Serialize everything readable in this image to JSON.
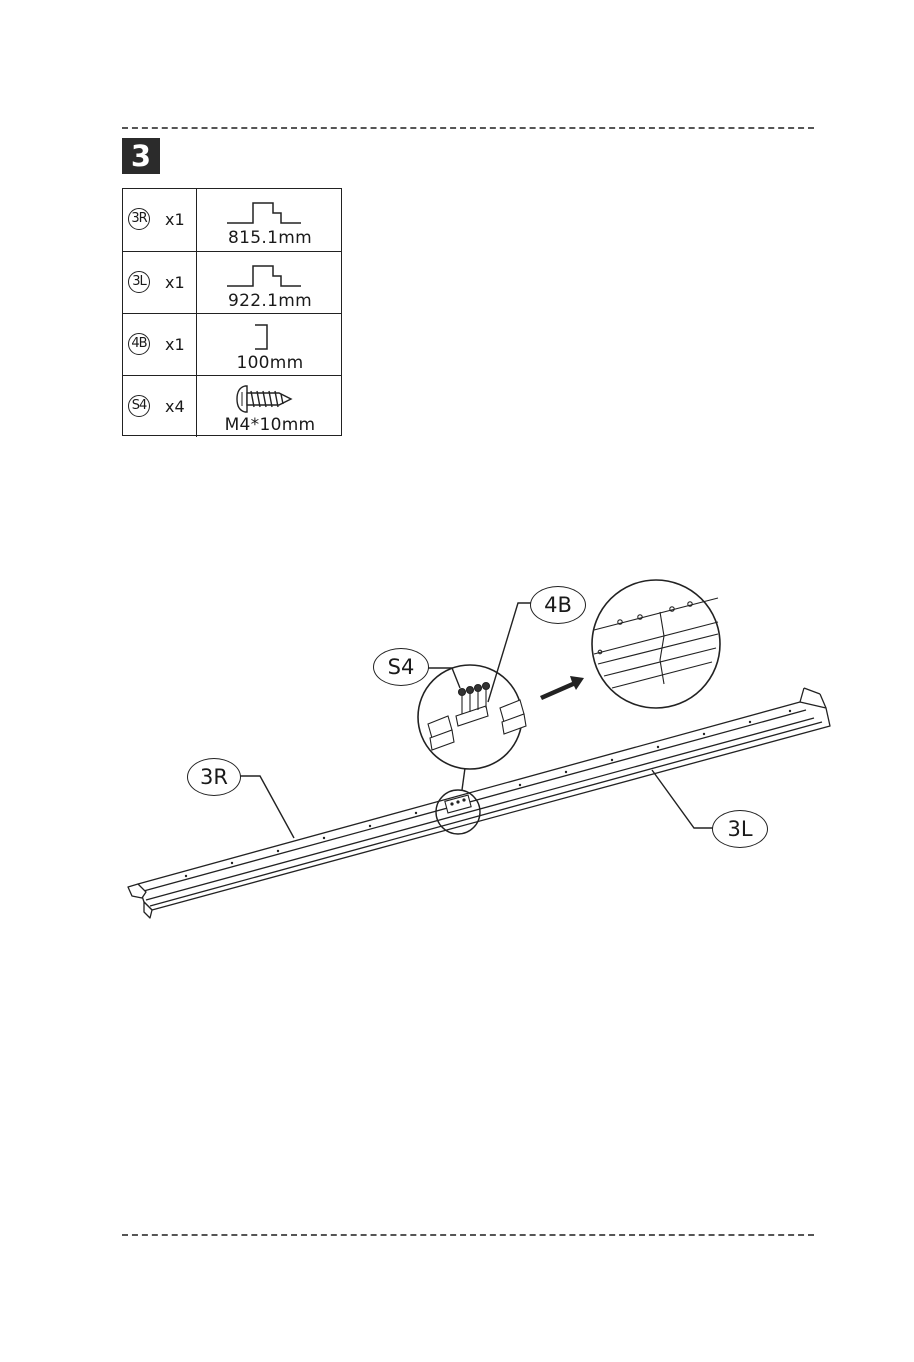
{
  "step": {
    "number": "3"
  },
  "parts": [
    {
      "code": "3R",
      "qty": "x1",
      "dimension": "815.1mm",
      "icon": "hat-profile-icon"
    },
    {
      "code": "3L",
      "qty": "x1",
      "dimension": "922.1mm",
      "icon": "hat-profile-icon"
    },
    {
      "code": "4B",
      "qty": "x1",
      "dimension": "100mm",
      "icon": "bracket-profile-icon"
    },
    {
      "code": "S4",
      "qty": "x4",
      "dimension": "M4*10mm",
      "icon": "screw-icon"
    }
  ],
  "callouts": {
    "s4": "S4",
    "b4": "4B",
    "r3": "3R",
    "l3": "3L"
  }
}
